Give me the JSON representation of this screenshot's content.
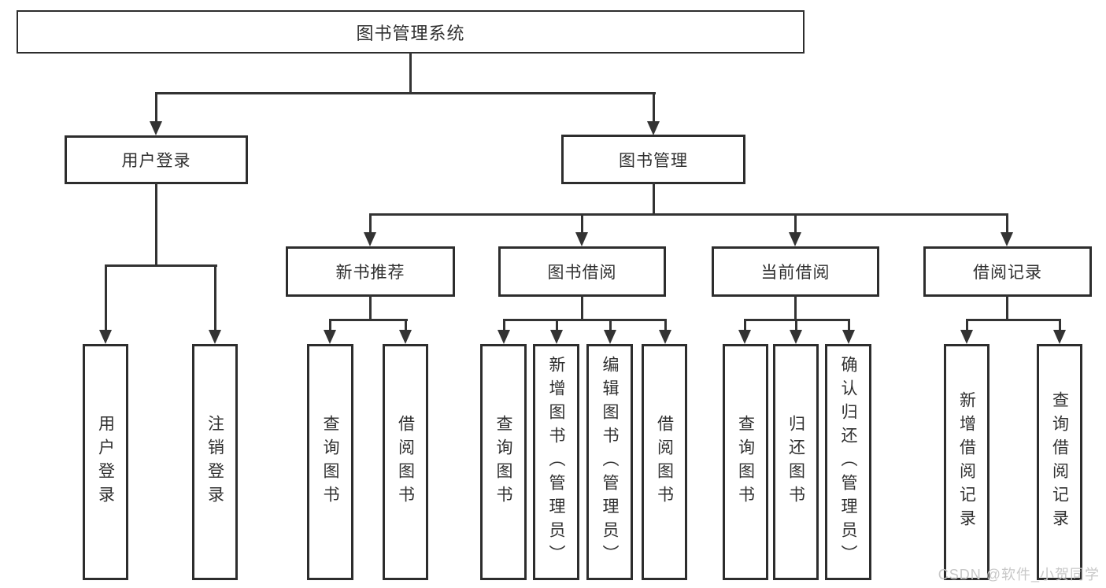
{
  "diagram": {
    "type": "hierarchy-tree",
    "title": "图书管理系统",
    "watermark": "CSDN @软件_小贺同学",
    "colors": {
      "line": "#333333",
      "box_border": "#2d2d2d",
      "box_fill": "#ffffff",
      "text": "#303030",
      "watermark": "#c8c8c8"
    },
    "tree": {
      "label": "图书管理系统",
      "children": [
        {
          "label": "用户登录",
          "children": [
            {
              "label": "用户登录"
            },
            {
              "label": "注销登录"
            }
          ]
        },
        {
          "label": "图书管理",
          "children": [
            {
              "label": "新书推荐",
              "children": [
                {
                  "label": "查询图书"
                },
                {
                  "label": "借阅图书"
                }
              ]
            },
            {
              "label": "图书借阅",
              "children": [
                {
                  "label": "查询图书"
                },
                {
                  "label": "新增图书（管理员）"
                },
                {
                  "label": "编辑图书（管理员）"
                },
                {
                  "label": "借阅图书"
                }
              ]
            },
            {
              "label": "当前借阅",
              "children": [
                {
                  "label": "查询图书"
                },
                {
                  "label": "归还图书"
                },
                {
                  "label": "确认归还（管理员）"
                }
              ]
            },
            {
              "label": "借阅记录",
              "children": [
                {
                  "label": "新增借阅记录"
                },
                {
                  "label": "查询借阅记录"
                }
              ]
            }
          ]
        }
      ]
    }
  }
}
